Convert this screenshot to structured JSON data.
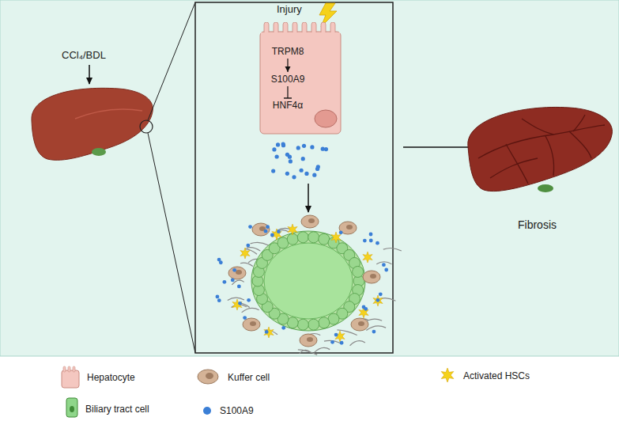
{
  "diagram": {
    "nodes": [
      {
        "text": [
          "Injury"
        ]
      },
      {
        "text": [
          "TRPM8"
        ],
        "in": 0
      },
      {
        "text": [
          "S100A9"
        ],
        "in": 0
      },
      {
        "text": [
          "HNF4α"
        ],
        "in": 0
      }
    ],
    "edges": [
      {
        "from": 1,
        "to": 2,
        "arrow": "to"
      },
      {
        "from": 2,
        "to": 3,
        "arrow": "to"
      }
    ],
    "labels": [
      "CCl₄/BDL",
      "Fibrosis"
    ],
    "legend": [
      {
        "text": "Hepatocyte"
      },
      {
        "text": "Kuffer cell"
      },
      {
        "text": "Activated HSCs"
      },
      {
        "text": "Biliary tract cell"
      },
      {
        "text": "S100A9"
      }
    ]
  }
}
